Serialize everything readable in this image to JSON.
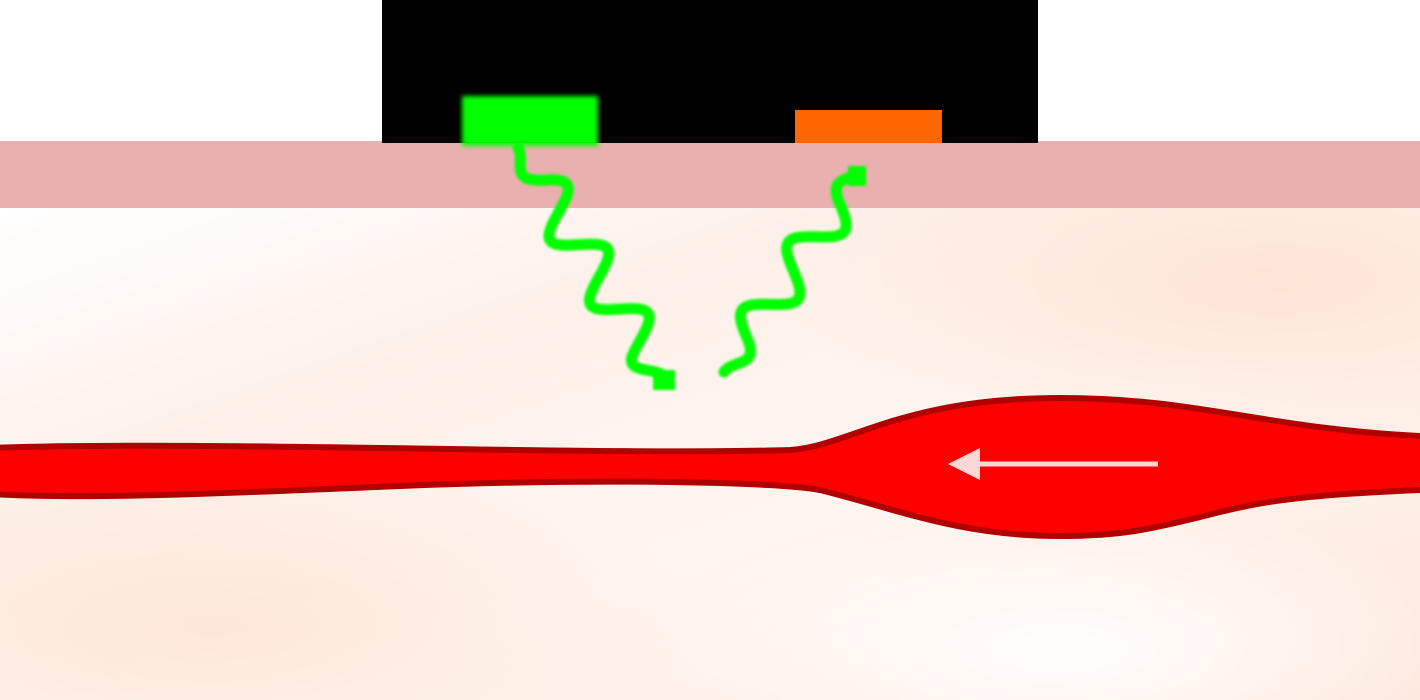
{
  "diagram": {
    "kind": "reflective pulse oximetry / PPG cross-section",
    "colors": {
      "background": "#ffffff",
      "sensor_housing": "#000000",
      "light_emitter": "#00ff00",
      "photodetector": "#ff6600",
      "epidermis": "#e8b0ae",
      "tissue_light": "#fffaf6",
      "tissue_peach": "#fde7da",
      "blood_vessel_fill": "#ff0000",
      "blood_vessel_outline": "#b00000",
      "flow_arrow": "#ffd6d6",
      "light_wave": "#00ff00"
    },
    "elements": {
      "housing": "sensor-housing",
      "emitter": "green-led-emitter",
      "detector": "photodetector",
      "skin": "epidermis-layer",
      "tissue": "subcutaneous-tissue",
      "vessel": "blood-vessel",
      "flow": "blood-flow-arrow",
      "incident_light": "incident-light-wave",
      "reflected_light": "reflected-light-wave"
    },
    "flow_direction": "right-to-left"
  }
}
